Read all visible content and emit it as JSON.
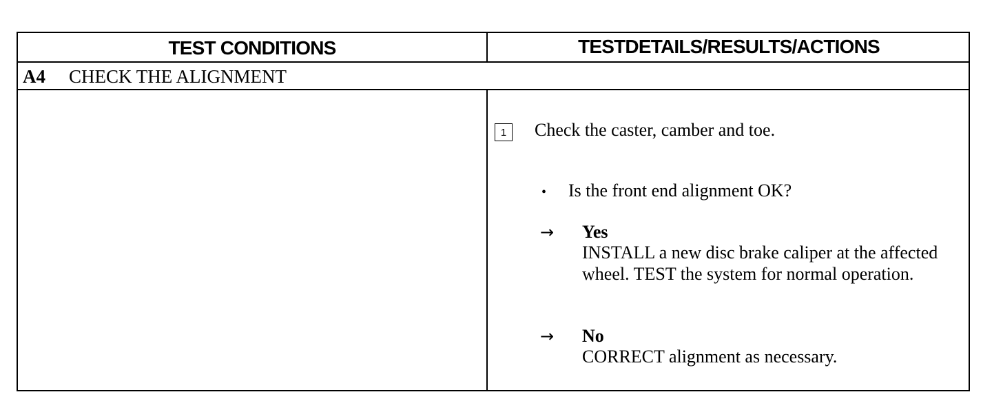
{
  "header": {
    "left": "TEST CONDITIONS",
    "right": "TESTDETAILS/RESULTS/ACTIONS"
  },
  "section": {
    "code": "A4",
    "title": "CHECK THE ALIGNMENT"
  },
  "step": {
    "number": "1",
    "text": "Check the caster, camber and toe."
  },
  "question": "Is the front end alignment OK?",
  "answers": [
    {
      "label": "Yes",
      "text": "INSTALL a new disc brake caliper at the affected wheel. TEST the system for normal operation."
    },
    {
      "label": "No",
      "text": "CORRECT alignment as necessary."
    }
  ]
}
